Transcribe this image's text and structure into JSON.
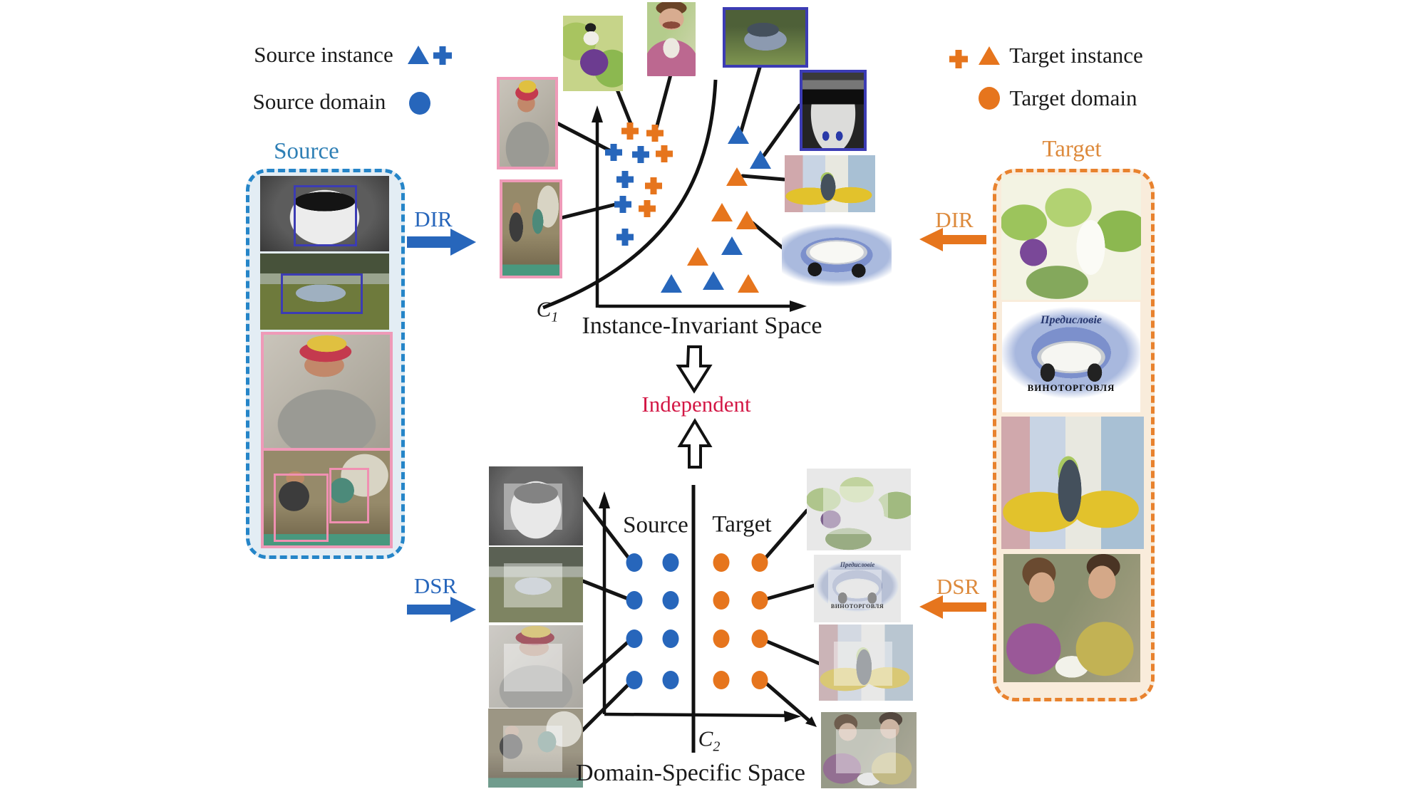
{
  "legend": {
    "source_instance": "Source instance",
    "source_domain": "Source domain",
    "target_instance": "Target instance",
    "target_domain": "Target domain"
  },
  "panels": {
    "source_title": "Source",
    "target_title": "Target"
  },
  "arrows": {
    "dir": "DIR",
    "dsr": "DSR"
  },
  "independent": {
    "label": "Independent"
  },
  "instance_space": {
    "title": "Instance-Invariant Space",
    "axis_label": {
      "base": "C",
      "sub": "1"
    }
  },
  "domain_space": {
    "title": "Domain-Specific Space",
    "axis_label": {
      "base": "C",
      "sub": "2"
    },
    "source_label": "Source",
    "target_label": "Target"
  },
  "captions": {
    "bluecar_top": "Предисловie",
    "bluecar_bottom": "ВИНОТОРГОВЛЯ"
  },
  "colors": {
    "blue": "#2766bb",
    "orange": "#e6751d",
    "red": "#d31745",
    "source_title": "#2e7fb5",
    "target_title": "#dd8a3c",
    "line": "#141414"
  },
  "markers": {
    "instance_space": {
      "blue_plus": [
        [
          861,
          214
        ],
        [
          899,
          217
        ],
        [
          877,
          252
        ],
        [
          874,
          287
        ],
        [
          877,
          333
        ]
      ],
      "orange_plus": [
        [
          884,
          184
        ],
        [
          919,
          187
        ],
        [
          932,
          216
        ],
        [
          917,
          261
        ],
        [
          908,
          293
        ]
      ],
      "blue_triangle": [
        [
          1036,
          190
        ],
        [
          1067,
          225
        ],
        [
          1027,
          346
        ],
        [
          942,
          399
        ],
        [
          1001,
          395
        ]
      ],
      "orange_triangle": [
        [
          1034,
          249
        ],
        [
          1013,
          299
        ],
        [
          1048,
          310
        ],
        [
          979,
          361
        ],
        [
          1050,
          399
        ]
      ]
    },
    "domain_space": {
      "source_dots": [
        [
          890,
          790
        ],
        [
          941,
          790
        ],
        [
          890,
          843
        ],
        [
          941,
          843
        ],
        [
          890,
          897
        ],
        [
          941,
          897
        ],
        [
          890,
          955
        ],
        [
          941,
          955
        ]
      ],
      "target_dots": [
        [
          1012,
          790
        ],
        [
          1066,
          790
        ],
        [
          1012,
          843
        ],
        [
          1066,
          843
        ],
        [
          1012,
          897
        ],
        [
          1066,
          897
        ],
        [
          1012,
          955
        ],
        [
          1066,
          955
        ]
      ]
    }
  },
  "connectors": [
    [
      854,
      96,
      886,
      176
    ],
    [
      941,
      105,
      921,
      180
    ],
    [
      1068,
      88,
      1040,
      184
    ],
    [
      1122,
      148,
      1072,
      218
    ],
    [
      776,
      170,
      855,
      211
    ],
    [
      779,
      308,
      868,
      286
    ],
    [
      1100,
      252,
      1042,
      247
    ],
    [
      1098,
      348,
      1056,
      313
    ],
    [
      818,
      700,
      884,
      786
    ],
    [
      818,
      816,
      884,
      842
    ],
    [
      818,
      958,
      884,
      899
    ],
    [
      815,
      1028,
      886,
      957
    ],
    [
      1072,
      786,
      1132,
      717
    ],
    [
      1072,
      842,
      1143,
      822
    ],
    [
      1072,
      899,
      1150,
      932
    ],
    [
      1072,
      957,
      1140,
      1016
    ]
  ]
}
